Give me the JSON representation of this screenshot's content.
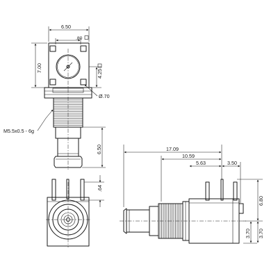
{
  "dimensions": {
    "top_width": "6.50",
    "top_pin_spacing": ".80",
    "top_height": "7.00",
    "top_pin_offset": "4.25",
    "top_diameter": "Ø.70",
    "thread_spec": "M5.5x0.5 - 6g",
    "top_lower_length": "6.50",
    "side_overall": "17.09",
    "side_mid": "10.59",
    "side_left_seg": "5.63",
    "side_right_seg": "3.50",
    "side_upper_height": "6.80",
    "side_lower_height": "3.70",
    "front_pin": ".64"
  }
}
